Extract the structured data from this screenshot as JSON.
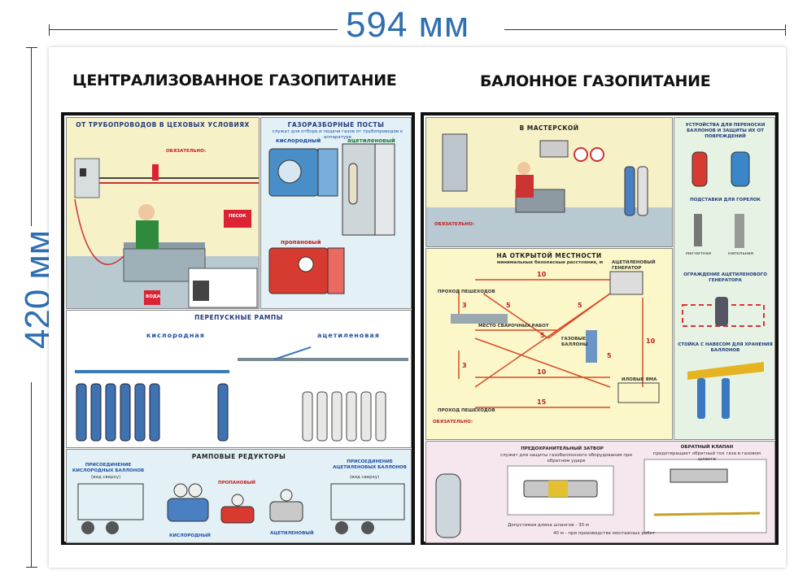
{
  "dimensions": {
    "width_label": "594 мм",
    "height_label": "420 мм"
  },
  "titles": {
    "left": "ЦЕНТРАЛИЗОВАННОЕ ГАЗОПИТАНИЕ",
    "right": "БАЛОННОЕ ГАЗОПИТАНИЕ"
  },
  "left_poster": {
    "workshop": {
      "title": "ОТ ТРУБОПРОВОДОВ В ЦЕХОВЫХ УСЛОВИЯХ",
      "mandatory": "ОБЯЗАТЕЛЬНО:",
      "sand": "ПЕСОК",
      "water": "ВОДА"
    },
    "posts": {
      "title": "ГАЗОРАЗБОРНЫЕ ПОСТЫ",
      "subtitle": "служат для отбора и подачи газов от трубопроводов к аппаратуре",
      "oxygen": "кислородный",
      "acetylene": "ацетиленовый",
      "propane": "пропановый"
    },
    "ramps": {
      "title": "ПЕРЕПУСКНЫЕ РАМПЫ",
      "oxygen": "кислородная",
      "acetylene": "ацетиленовая"
    },
    "reducers": {
      "title": "РАМПОВЫЕ РЕДУКТОРЫ",
      "conn_oxygen": "ПРИСОЕДИНЕНИЕ КИСЛОРОДНЫХ БАЛЛОНОВ",
      "conn_oxygen_sub": "(вид сверху)",
      "conn_acetylene": "ПРИСОЕДИНЕНИЕ АЦЕТИЛЕНОВЫХ БАЛЛОНОВ",
      "conn_acetylene_sub": "(вид сверху)",
      "oxygen": "КИСЛОРОДНЫЙ",
      "propane": "ПРОПАНОВЫЙ",
      "acetylene": "АЦЕТИЛЕНОВЫЙ"
    }
  },
  "right_poster": {
    "workshop": {
      "title": "В МАСТЕРСКОЙ",
      "mandatory": "ОБЯЗАТЕЛЬНО:"
    },
    "outdoor": {
      "title": "НА ОТКРЫТОЙ МЕСТНОСТИ",
      "subtitle": "минимальные безопасные расстояния, м",
      "mandatory": "ОБЯЗАТЕЛЬНО:",
      "d10a": "10",
      "d10b": "10",
      "d10c": "10",
      "d5a": "5",
      "d5b": "5",
      "d5c": "5",
      "d5d": "5",
      "d3a": "3",
      "d3b": "3",
      "d15": "15",
      "walkway": "ПРОХОД ПЕШЕХОДОВ",
      "walkway2": "ПРОХОД ПЕШЕХОДОВ",
      "weld": "МЕСТО СВАРОЧНЫХ РАБОТ",
      "gas": "ГАЗОВЫЕ БАЛЛОНЫ",
      "generator": "АЦЕТИЛЕНОВЫЙ ГЕНЕРАТОР",
      "pit": "ИЛОВЫЕ ЯМА"
    },
    "side": {
      "carry": "УСТРОЙСТВА ДЛЯ ПЕРЕНОСКИ БАЛЛОНОВ И ЗАЩИТЫ ИХ ОТ ПОВРЕЖДЕНИЙ",
      "stands": "ПОДСТАВКИ ДЛЯ ГОРЕЛОК",
      "stand1": "магнитная",
      "stand2": "напольная",
      "fence": "ОГРАЖДЕНИЕ АЦЕТИЛЕНОВОГО ГЕНЕРАТОРА",
      "rack": "СТОЙКА С НАВЕСОМ ДЛЯ ХРАНЕНИЯ БАЛЛОНОВ"
    },
    "bottom": {
      "valve": "ПРЕДОХРАНИТЕЛЬНЫЙ ЗАТВОР",
      "valve_sub": "служит для защиты газобаллонного оборудования при обратном ударе",
      "check": "ОБРАТНЫЙ КЛАПАН",
      "check_sub": "предотвращает обратный ток газа в газовом шланге",
      "length": "Допустимая длина шлангов - 30 м",
      "length2": "40 м - при производстве монтажных работ"
    }
  },
  "colors": {
    "dim": "#2f6fb0",
    "panel_blue": "#e3f1f6",
    "panel_yellow": "#f7f1c8",
    "panel_green": "#e6f3e4",
    "panel_pink": "#f6e6ee"
  }
}
